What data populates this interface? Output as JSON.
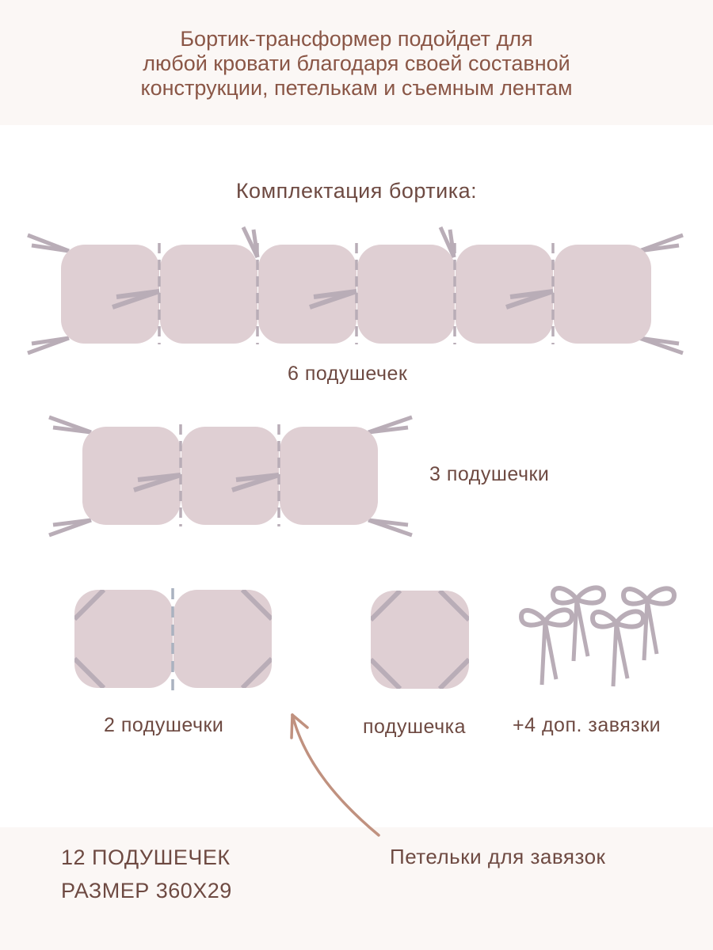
{
  "header": {
    "lines": [
      "Бортик-трансформер подойдет для",
      "любой кровати благодаря своей составной",
      "конструкции, петелькам и съемным лентам"
    ]
  },
  "section_title": "Комплектация бортика:",
  "items": [
    {
      "label": "6 подушечек",
      "count": 6
    },
    {
      "label": "3 подушечки",
      "count": 3
    },
    {
      "label": "2 подушечки",
      "count": 2
    },
    {
      "label": "подушечка",
      "count": 1
    },
    {
      "label": "+4 доп. завязки",
      "count": 4
    }
  ],
  "footer": {
    "line1": "12 ПОДУШЕЧЕК",
    "line2": "РАЗМЕР 360Х29",
    "annotation": "Петельки для завязок"
  },
  "colors": {
    "band_bg": "#fbf7f5",
    "pillow": "#dfcfd3",
    "tie": "#b9adb7",
    "seam": "#b9adb7",
    "seam_blue": "#aab2c0",
    "text": "#6e4a42",
    "header_text": "#8a5646",
    "arrow": "#c0917f"
  }
}
